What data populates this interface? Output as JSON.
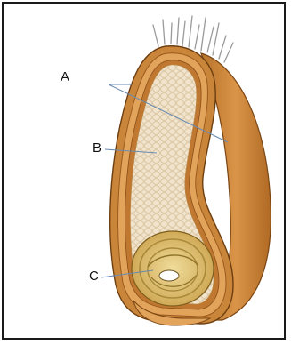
{
  "labels": {
    "a": "A",
    "b": "B",
    "c": "C"
  },
  "colors": {
    "border": "#1a1a1a",
    "pericarp_outer": "#c9863a",
    "pericarp_inner": "#e2a45b",
    "seed_coat": "#c07830",
    "endosperm": "#f1e3cc",
    "endosperm_cells": "#d9c4a0",
    "embryo": "#d7b25a",
    "embryo_rings": "#a88a3a",
    "hairs": "#9a9a9a",
    "leader_line": "#6a8bb0"
  },
  "icons": [
    "grain-cross-section",
    "leader-line"
  ]
}
